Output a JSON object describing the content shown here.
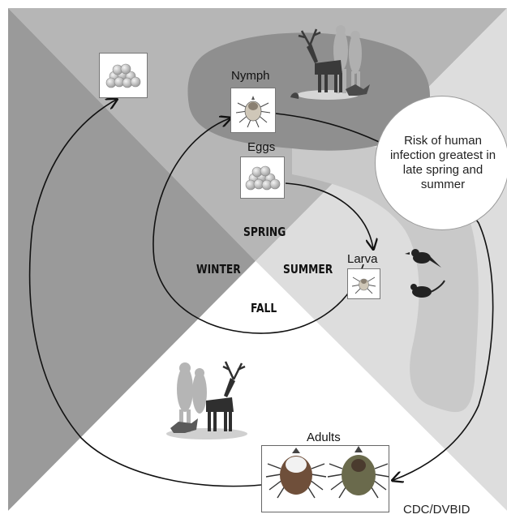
{
  "stages": {
    "nymph": "Nymph",
    "eggs": "Eggs",
    "larva": "Larva",
    "adults": "Adults"
  },
  "seasons": {
    "spring": "SPRING",
    "summer": "SUMMER",
    "fall": "FALL",
    "winter": "WINTER"
  },
  "risk_note": "Risk of human infection greatest in late spring and summer",
  "credit": "CDC/DVBID"
}
